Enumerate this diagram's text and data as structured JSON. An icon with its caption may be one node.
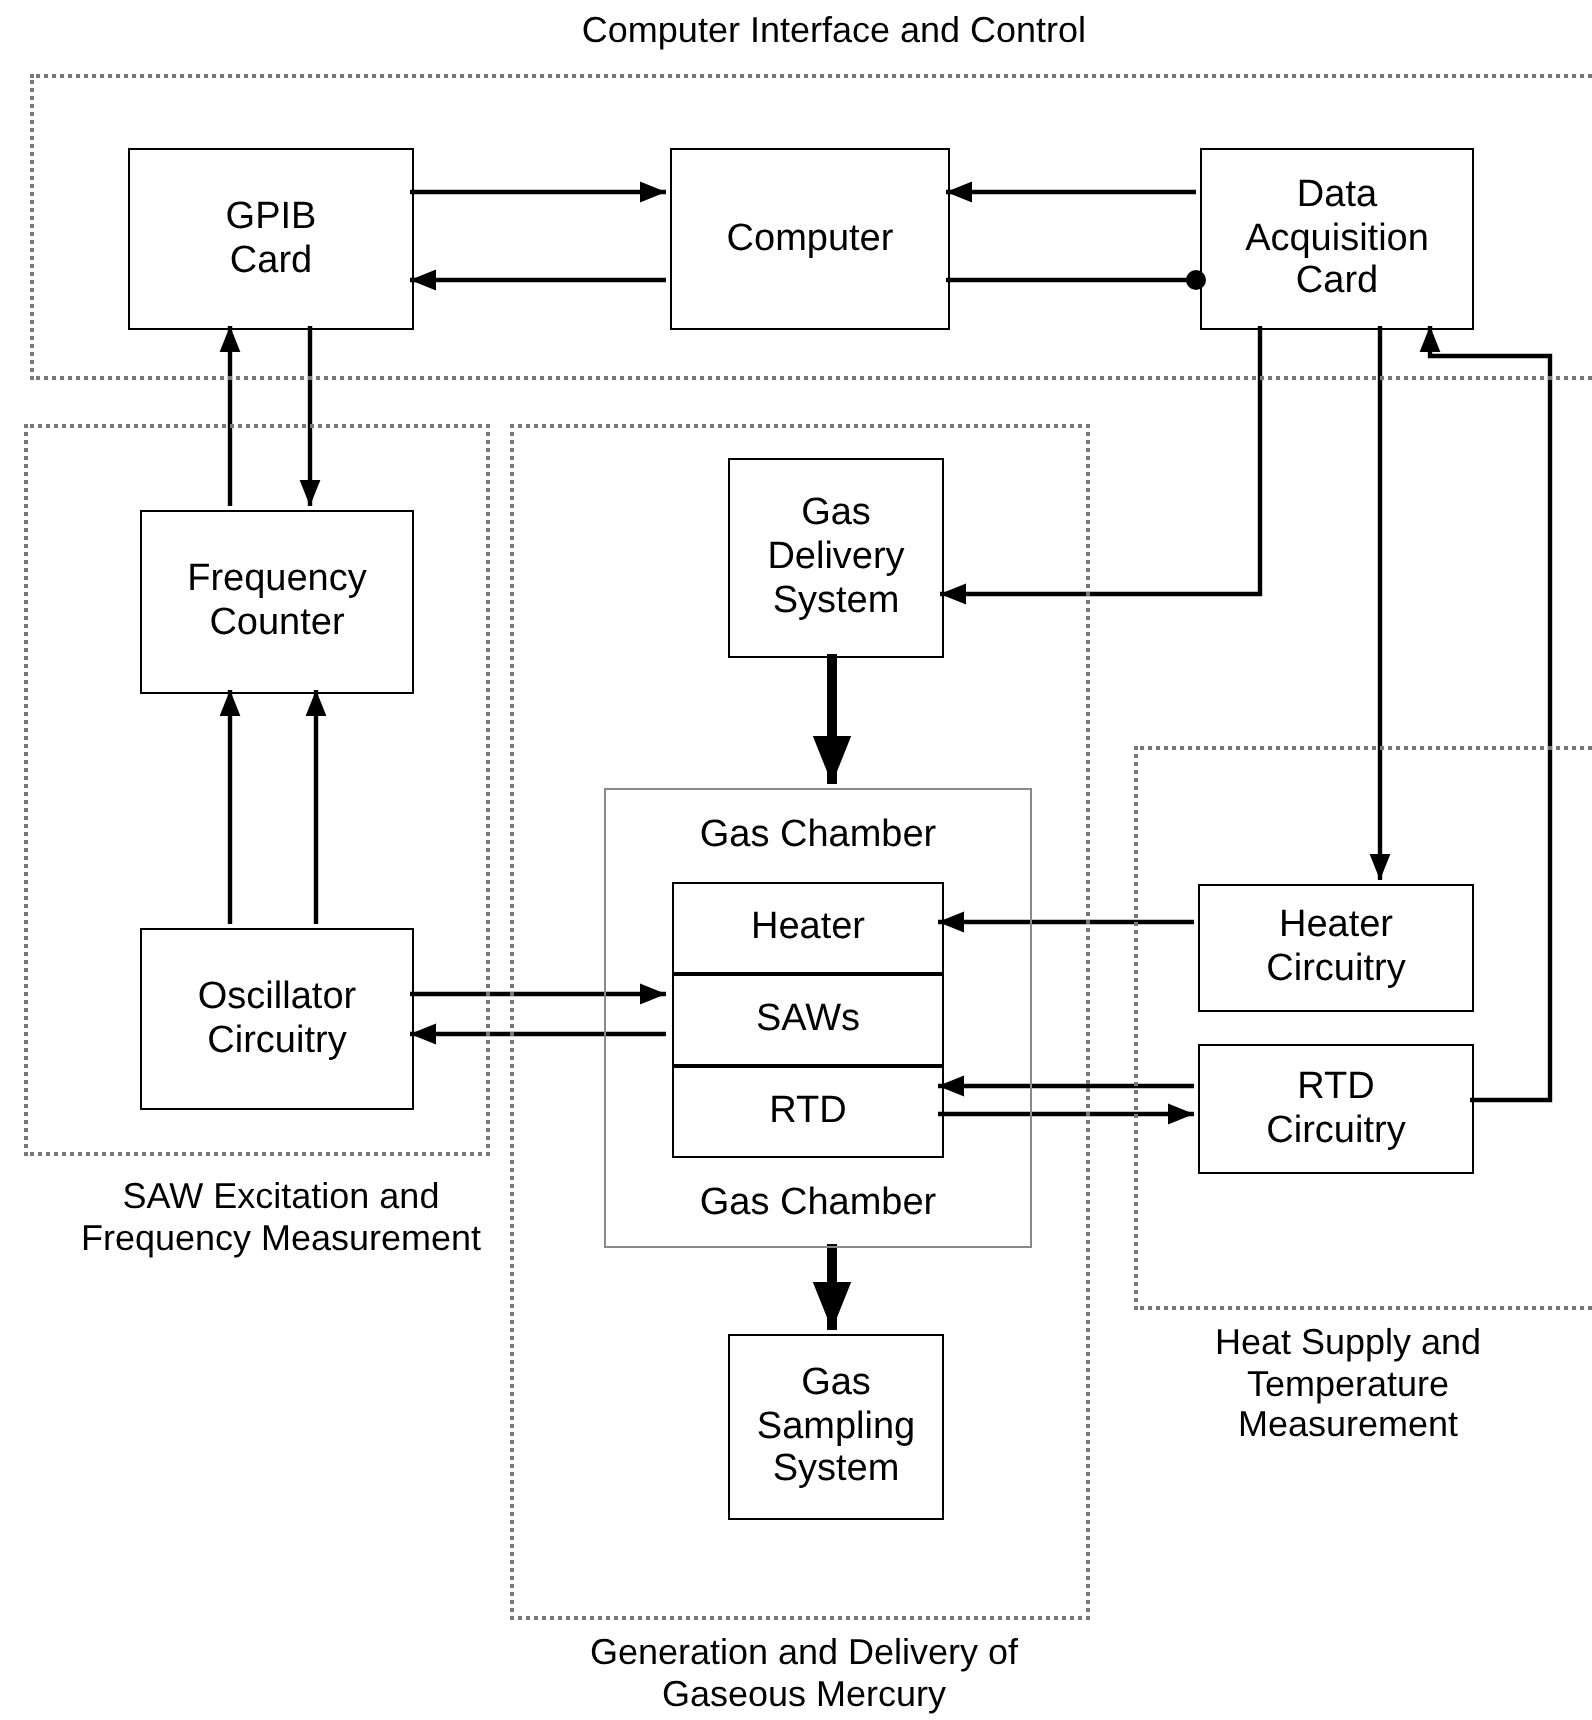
{
  "diagram": {
    "nodes": [
      {
        "text": [
          "Computer Interface and Control"
        ]
      },
      {
        "text": [
          "GPIB Card"
        ],
        "in": 0
      },
      {
        "text": [
          "Computer"
        ],
        "in": 0
      },
      {
        "text": [
          "Data Acquisition Card"
        ],
        "in": 0
      },
      {
        "text": [
          "SAW Excitation and Frequency Measurement"
        ]
      },
      {
        "text": [
          "Frequency Counter"
        ],
        "in": 4
      },
      {
        "text": [
          "Oscillator Circuitry"
        ],
        "in": 4
      },
      {
        "text": [
          "Generation and Delivery of Gaseous Mercury"
        ]
      },
      {
        "text": [
          "Gas Delivery System"
        ],
        "in": 7
      },
      {
        "text": [
          "Gas Chamber",
          "Gas Chamber"
        ],
        "in": 7
      },
      {
        "text": [
          "Heater"
        ],
        "in": 9
      },
      {
        "text": [
          "SAWs"
        ],
        "in": 9
      },
      {
        "text": [
          "RTD"
        ],
        "in": 9
      },
      {
        "text": [
          "Gas Sampling System"
        ],
        "in": 7
      },
      {
        "text": [
          "Heat Supply and Temperature Measurement"
        ]
      },
      {
        "text": [
          "Heater Circuitry"
        ],
        "in": 14
      },
      {
        "text": [
          "RTD Circuitry"
        ],
        "in": 14
      }
    ],
    "edges": [
      {
        "from": 1,
        "to": 2,
        "arrow": "to"
      },
      {
        "from": 2,
        "to": 1,
        "arrow": "to"
      },
      {
        "from": 3,
        "to": 2,
        "arrow": "to"
      },
      {
        "from": 2,
        "to": 3,
        "arrow": "other"
      },
      {
        "from": 5,
        "to": 1,
        "arrow": "to"
      },
      {
        "from": 1,
        "to": 5,
        "arrow": "to"
      },
      {
        "from": 6,
        "to": 5,
        "arrow": "to"
      },
      {
        "from": 6,
        "to": 5,
        "arrow": "to"
      },
      {
        "from": 6,
        "to": 11,
        "arrow": "to"
      },
      {
        "from": 11,
        "to": 6,
        "arrow": "to"
      },
      {
        "from": 3,
        "to": 8,
        "arrow": "to"
      },
      {
        "from": 3,
        "to": 15,
        "arrow": "to"
      },
      {
        "from": 16,
        "to": 3,
        "arrow": "to"
      },
      {
        "from": 15,
        "to": 10,
        "arrow": "to"
      },
      {
        "from": 16,
        "to": 12,
        "arrow": "to"
      },
      {
        "from": 12,
        "to": 16,
        "arrow": "to"
      },
      {
        "from": 8,
        "to": 9,
        "arrow": "to",
        "style": "thick"
      },
      {
        "from": 9,
        "to": 13,
        "arrow": "to",
        "style": "thick"
      }
    ]
  }
}
